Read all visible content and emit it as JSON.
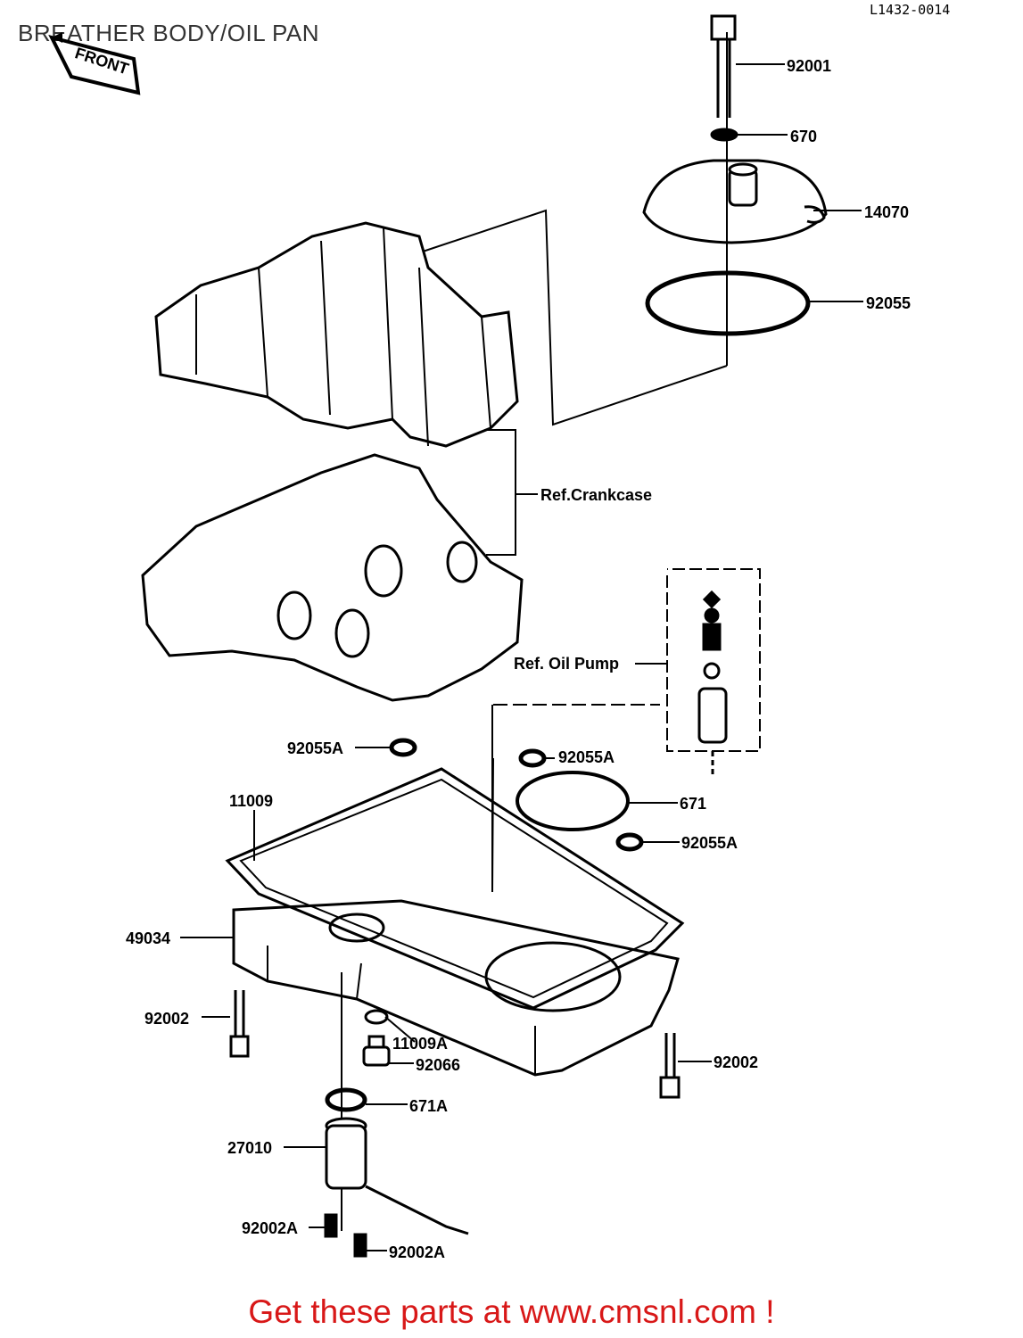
{
  "header": {
    "title": "BREATHER BODY/OIL PAN",
    "diagram_code": "L1432-0014"
  },
  "front_marker": "FRONT",
  "references": {
    "crankcase": "Ref.Crankcase",
    "oil_pump": "Ref.  Oil Pump"
  },
  "parts": [
    {
      "number": "92001"
    },
    {
      "number": "670"
    },
    {
      "number": "14070"
    },
    {
      "number": "92055"
    },
    {
      "number": "92055A"
    },
    {
      "number": "92055A"
    },
    {
      "number": "671"
    },
    {
      "number": "92055A"
    },
    {
      "number": "11009"
    },
    {
      "number": "49034"
    },
    {
      "number": "92002"
    },
    {
      "number": "11009A"
    },
    {
      "number": "92066"
    },
    {
      "number": "92002"
    },
    {
      "number": "671A"
    },
    {
      "number": "27010"
    },
    {
      "number": "92002A"
    },
    {
      "number": "92002A"
    }
  ],
  "footer": {
    "text": "Get these parts at www.cmsnl.com !"
  }
}
